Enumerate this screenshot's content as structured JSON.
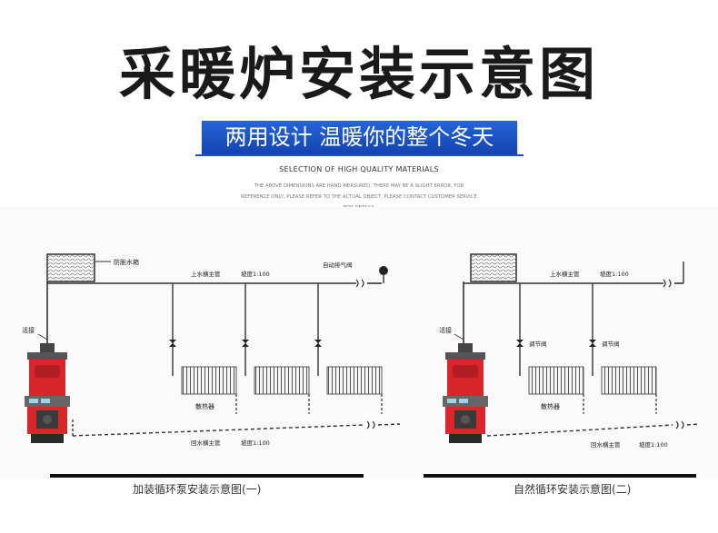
{
  "title": "采暖炉安装示意图",
  "banner": "两用设计 温暖你的整个冬天",
  "subtitle": "SELECTION OF HIGH QUALITY MATERIALS",
  "note": "THE ABOVE DIMENSIONS ARE HAND-MEASURED, THERE MAY BE A SLIGHT ERROR, FOR REFERENCE ONLY, PLEASE REFER TO THE ACTUAL OBJECT, PLEASE CONTACT CUSTOMER SERVICE FOR DETAILS",
  "diagram1": {
    "tank": "防胀水箱",
    "valve_exhaust": "自动排气阀",
    "supply_main": "上水横主管",
    "supply_slope": "坡度1:100",
    "boiler_label": "活接",
    "radiator": "散热器",
    "return_main": "回水横主管",
    "return_slope": "坡度1:100",
    "caption": "加装循环泵安装示意图(一)"
  },
  "diagram2": {
    "supply_main": "上水横主管",
    "supply_slope": "坡度1:100",
    "boiler_label": "活接",
    "valve1": "调节阀",
    "valve2": "调节阀",
    "radiator": "散热器",
    "return_main": "回水横主管",
    "return_slope": "坡度1:100",
    "caption": "自然循环安装示意图(二)"
  },
  "colors": {
    "banner": "#1e4fc4",
    "boiler": "#d8262b",
    "pipe": "#333333"
  }
}
